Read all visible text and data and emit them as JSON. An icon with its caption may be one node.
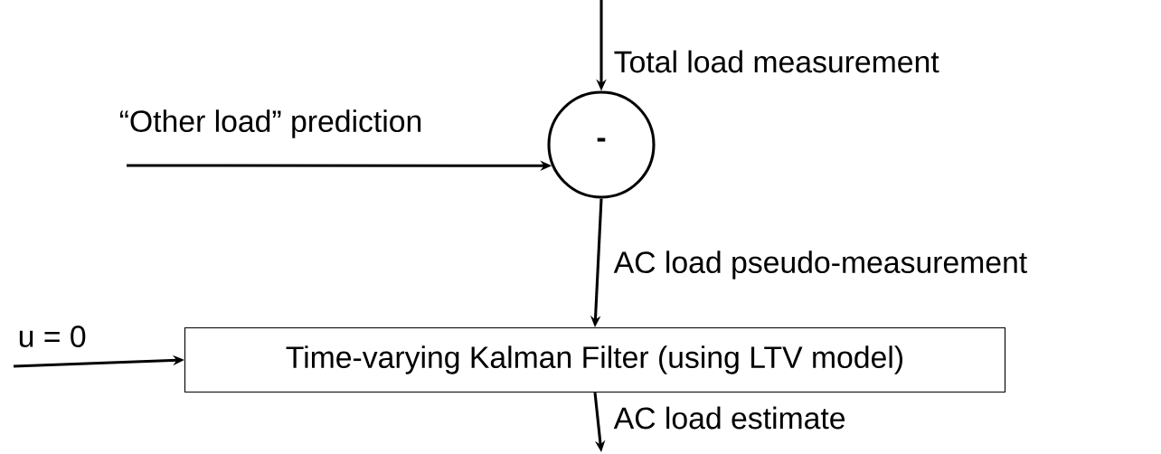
{
  "diagram": {
    "nodes": [
      {
        "text": [
          "-"
        ]
      },
      {
        "text": [
          "Time-varying Kalman Filter (using LTV model)"
        ]
      }
    ],
    "edges": [
      {
        "from": null,
        "to": 0,
        "arrow": "to",
        "label": "Total load measurement"
      },
      {
        "from": null,
        "to": 0,
        "arrow": "to",
        "label": "“Other load” prediction"
      },
      {
        "from": 0,
        "to": 1,
        "arrow": "to",
        "label": "AC load pseudo-measurement"
      },
      {
        "from": null,
        "to": 1,
        "arrow": "to",
        "label": "u = 0"
      },
      {
        "from": 1,
        "to": null,
        "arrow": "to",
        "label": "AC load estimate"
      }
    ]
  }
}
